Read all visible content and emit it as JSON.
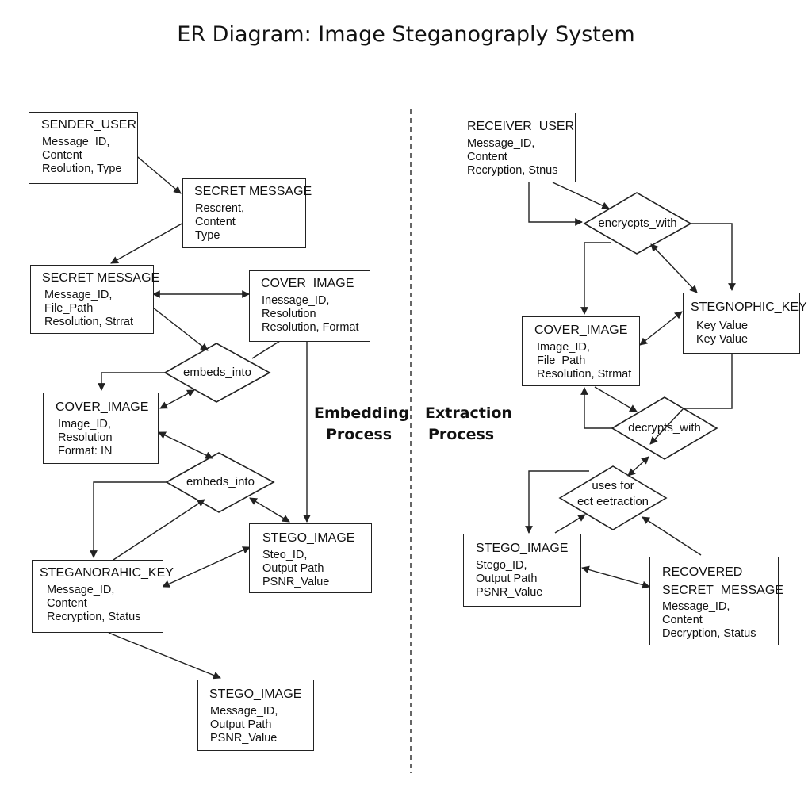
{
  "title": "ER Diagram: Image Steganograply System",
  "processes": {
    "embedding": [
      "Embedding",
      "Process"
    ],
    "extraction": [
      "Extraction",
      "Process"
    ]
  },
  "entities": [
    {
      "name": "SENDER_USER",
      "attrs": [
        "Message_ID,",
        "Content",
        "Reolution, Type"
      ]
    },
    {
      "name": "SECRET MESSAGE",
      "attrs": [
        "Rescrent,",
        "Content",
        "Type"
      ]
    },
    {
      "name": "SECRET MESSAGE",
      "attrs": [
        "Message_ID,",
        "File_Path",
        "Resolution, Strrat"
      ]
    },
    {
      "name": "COVER_IMAGE",
      "attrs": [
        "Inessage_ID,",
        "Resolution",
        "Resolution, Format"
      ]
    },
    {
      "name": "COVER_IMAGE",
      "attrs": [
        "Image_ID,",
        "Resolution",
        "Format: IN"
      ]
    },
    {
      "name": "STEGO_IMAGE",
      "attrs": [
        "Steo_ID,",
        "Output Path",
        "PSNR_Value"
      ]
    },
    {
      "name": "STEGANORAHIC_KEY",
      "attrs": [
        "Message_ID,",
        "Content",
        "Recryption, Status"
      ]
    },
    {
      "name": "STEGO_IMAGE",
      "attrs": [
        "Message_ID,",
        "Output Path",
        "PSNR_Value"
      ]
    },
    {
      "name": "RECEIVER_USER",
      "attrs": [
        "Message_ID,",
        "Content",
        "Recryption, Stnus"
      ]
    },
    {
      "name": "STEGNOPHIC_KEY",
      "attrs": [
        "Key Value",
        "Key Value"
      ]
    },
    {
      "name": "COVER_IMAGE",
      "attrs": [
        "Image_ID,",
        "File_Path",
        "Resolution, Strmat"
      ]
    },
    {
      "name": "STEGO_IMAGE",
      "attrs": [
        "Stego_ID,",
        "Output Path",
        "PSNR_Value"
      ]
    },
    {
      "name": "RECOVERED SECRET_MESSAGE",
      "attrs": [
        "Message_ID,",
        "Content",
        "Decryption, Status"
      ]
    }
  ],
  "relationships": [
    {
      "lines": [
        "embeds_into"
      ]
    },
    {
      "lines": [
        "embeds_into"
      ]
    },
    {
      "lines": [
        "encrycpts_with"
      ]
    },
    {
      "lines": [
        "decrypts_with"
      ]
    },
    {
      "lines": [
        "uses for",
        "ect eetraction"
      ]
    }
  ]
}
